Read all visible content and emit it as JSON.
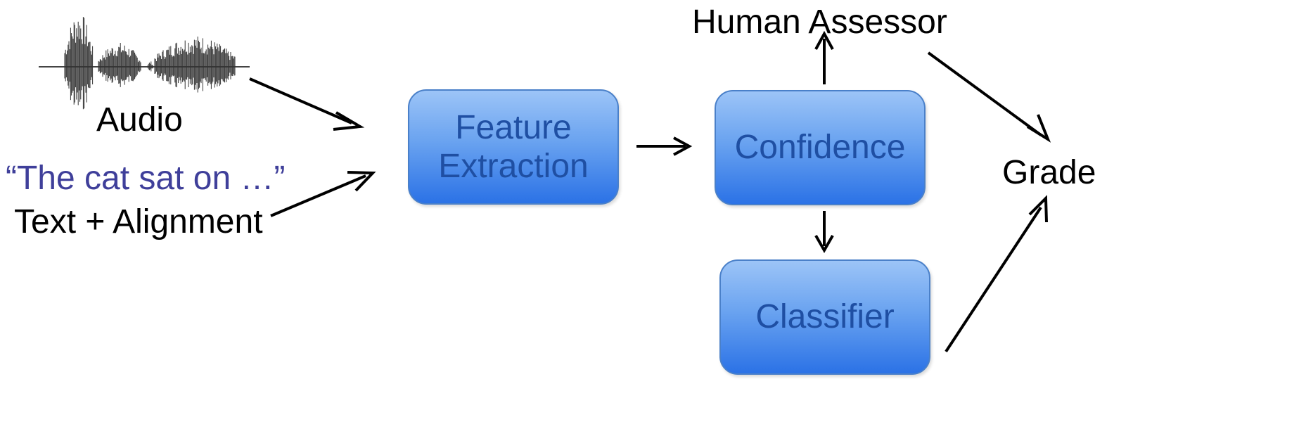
{
  "inputs": {
    "audio_label": "Audio",
    "text_quote": "“The cat sat on …”",
    "text_label": "Text + Alignment"
  },
  "boxes": {
    "feature_extraction": [
      "Feature",
      "Extraction"
    ],
    "confidence": "Confidence",
    "classifier": "Classifier"
  },
  "outputs": {
    "human_assessor": "Human Assessor",
    "grade": "Grade"
  },
  "colors": {
    "box_top": "#9cc4f7",
    "box_bottom": "#2b72e6",
    "box_text": "#1f4fa3",
    "quote_text": "#3f3f9a",
    "arrow": "#000000"
  }
}
